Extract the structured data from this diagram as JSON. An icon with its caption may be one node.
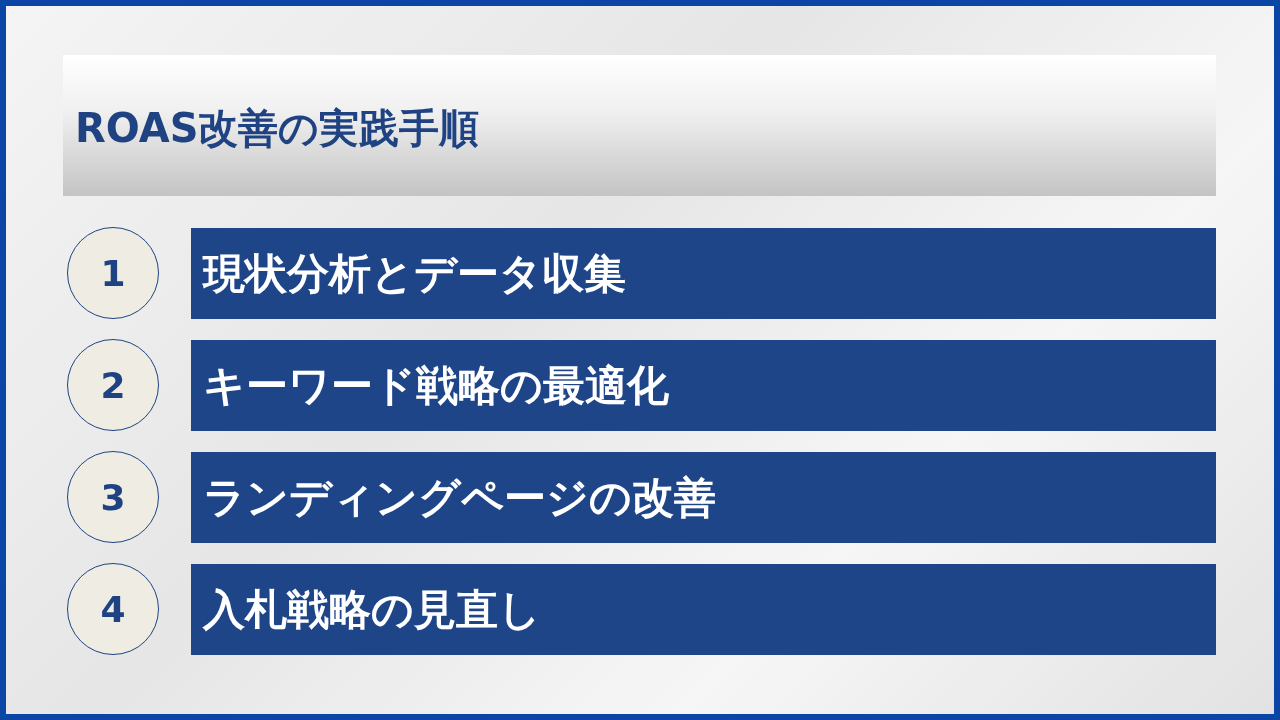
{
  "diagram": {
    "title": "ROAS改善の実践手順",
    "nodes": [
      {
        "text": [
          "1"
        ]
      },
      {
        "text": [
          "現状分析とデータ収集"
        ]
      },
      {
        "text": [
          "2"
        ]
      },
      {
        "text": [
          "キーワード戦略の最適化"
        ]
      },
      {
        "text": [
          "3"
        ]
      },
      {
        "text": [
          "ランディングページの改善"
        ]
      },
      {
        "text": [
          "4"
        ]
      },
      {
        "text": [
          "入札戦略の見直し"
        ]
      }
    ],
    "edges": []
  }
}
